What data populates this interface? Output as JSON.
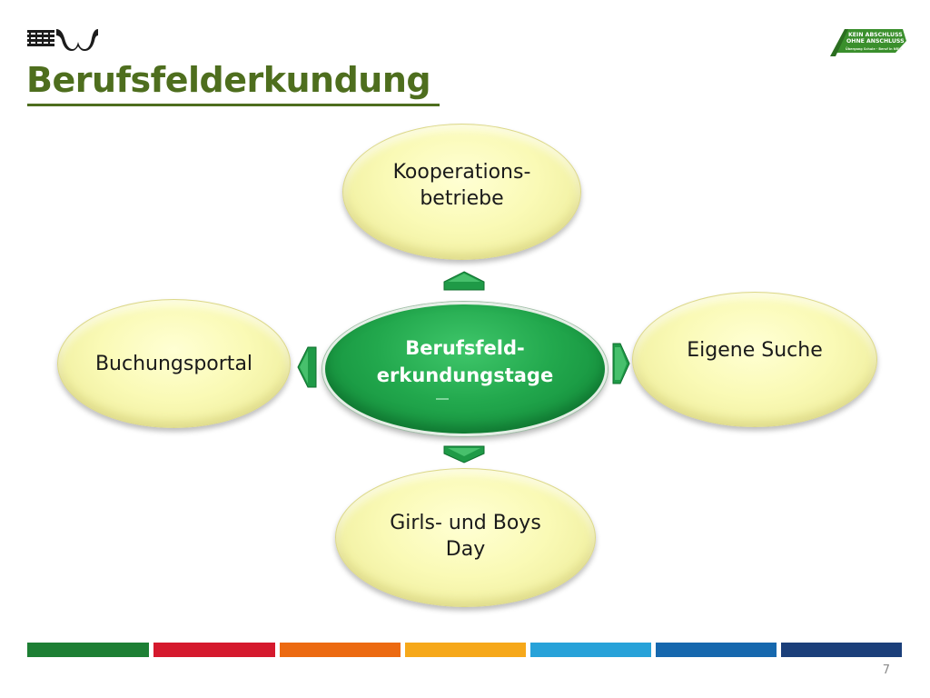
{
  "slide": {
    "title": "Berufsfelderkundung",
    "page_number": "7"
  },
  "badge": {
    "line1": "KEIN ABSCHLUSS",
    "line2": "OHNE ANSCHLUSS",
    "subtitle": "Übergang Schule - Beruf in NRW"
  },
  "diagram": {
    "center": "Berufsfeld-\nerkundungstage",
    "top": "Kooperations-\nbetriebe",
    "left": "Buchungsportal",
    "right": "Eigene Suche",
    "bottom": "Girls- und Boys\nDay"
  },
  "colors": {
    "title": "#4e6e1e",
    "center_fill": "#16923e",
    "satellite_fill": "#fafab6",
    "arrow": "#1f9a47",
    "stripes": [
      "#1d7f34",
      "#d5192d",
      "#ec6a11",
      "#f6a81a",
      "#27a2d9",
      "#1668ae",
      "#1b3f7a"
    ]
  },
  "icons": [
    "brand-logo-icon",
    "arrow-up-icon",
    "arrow-left-icon",
    "arrow-right-icon",
    "arrow-down-icon"
  ]
}
